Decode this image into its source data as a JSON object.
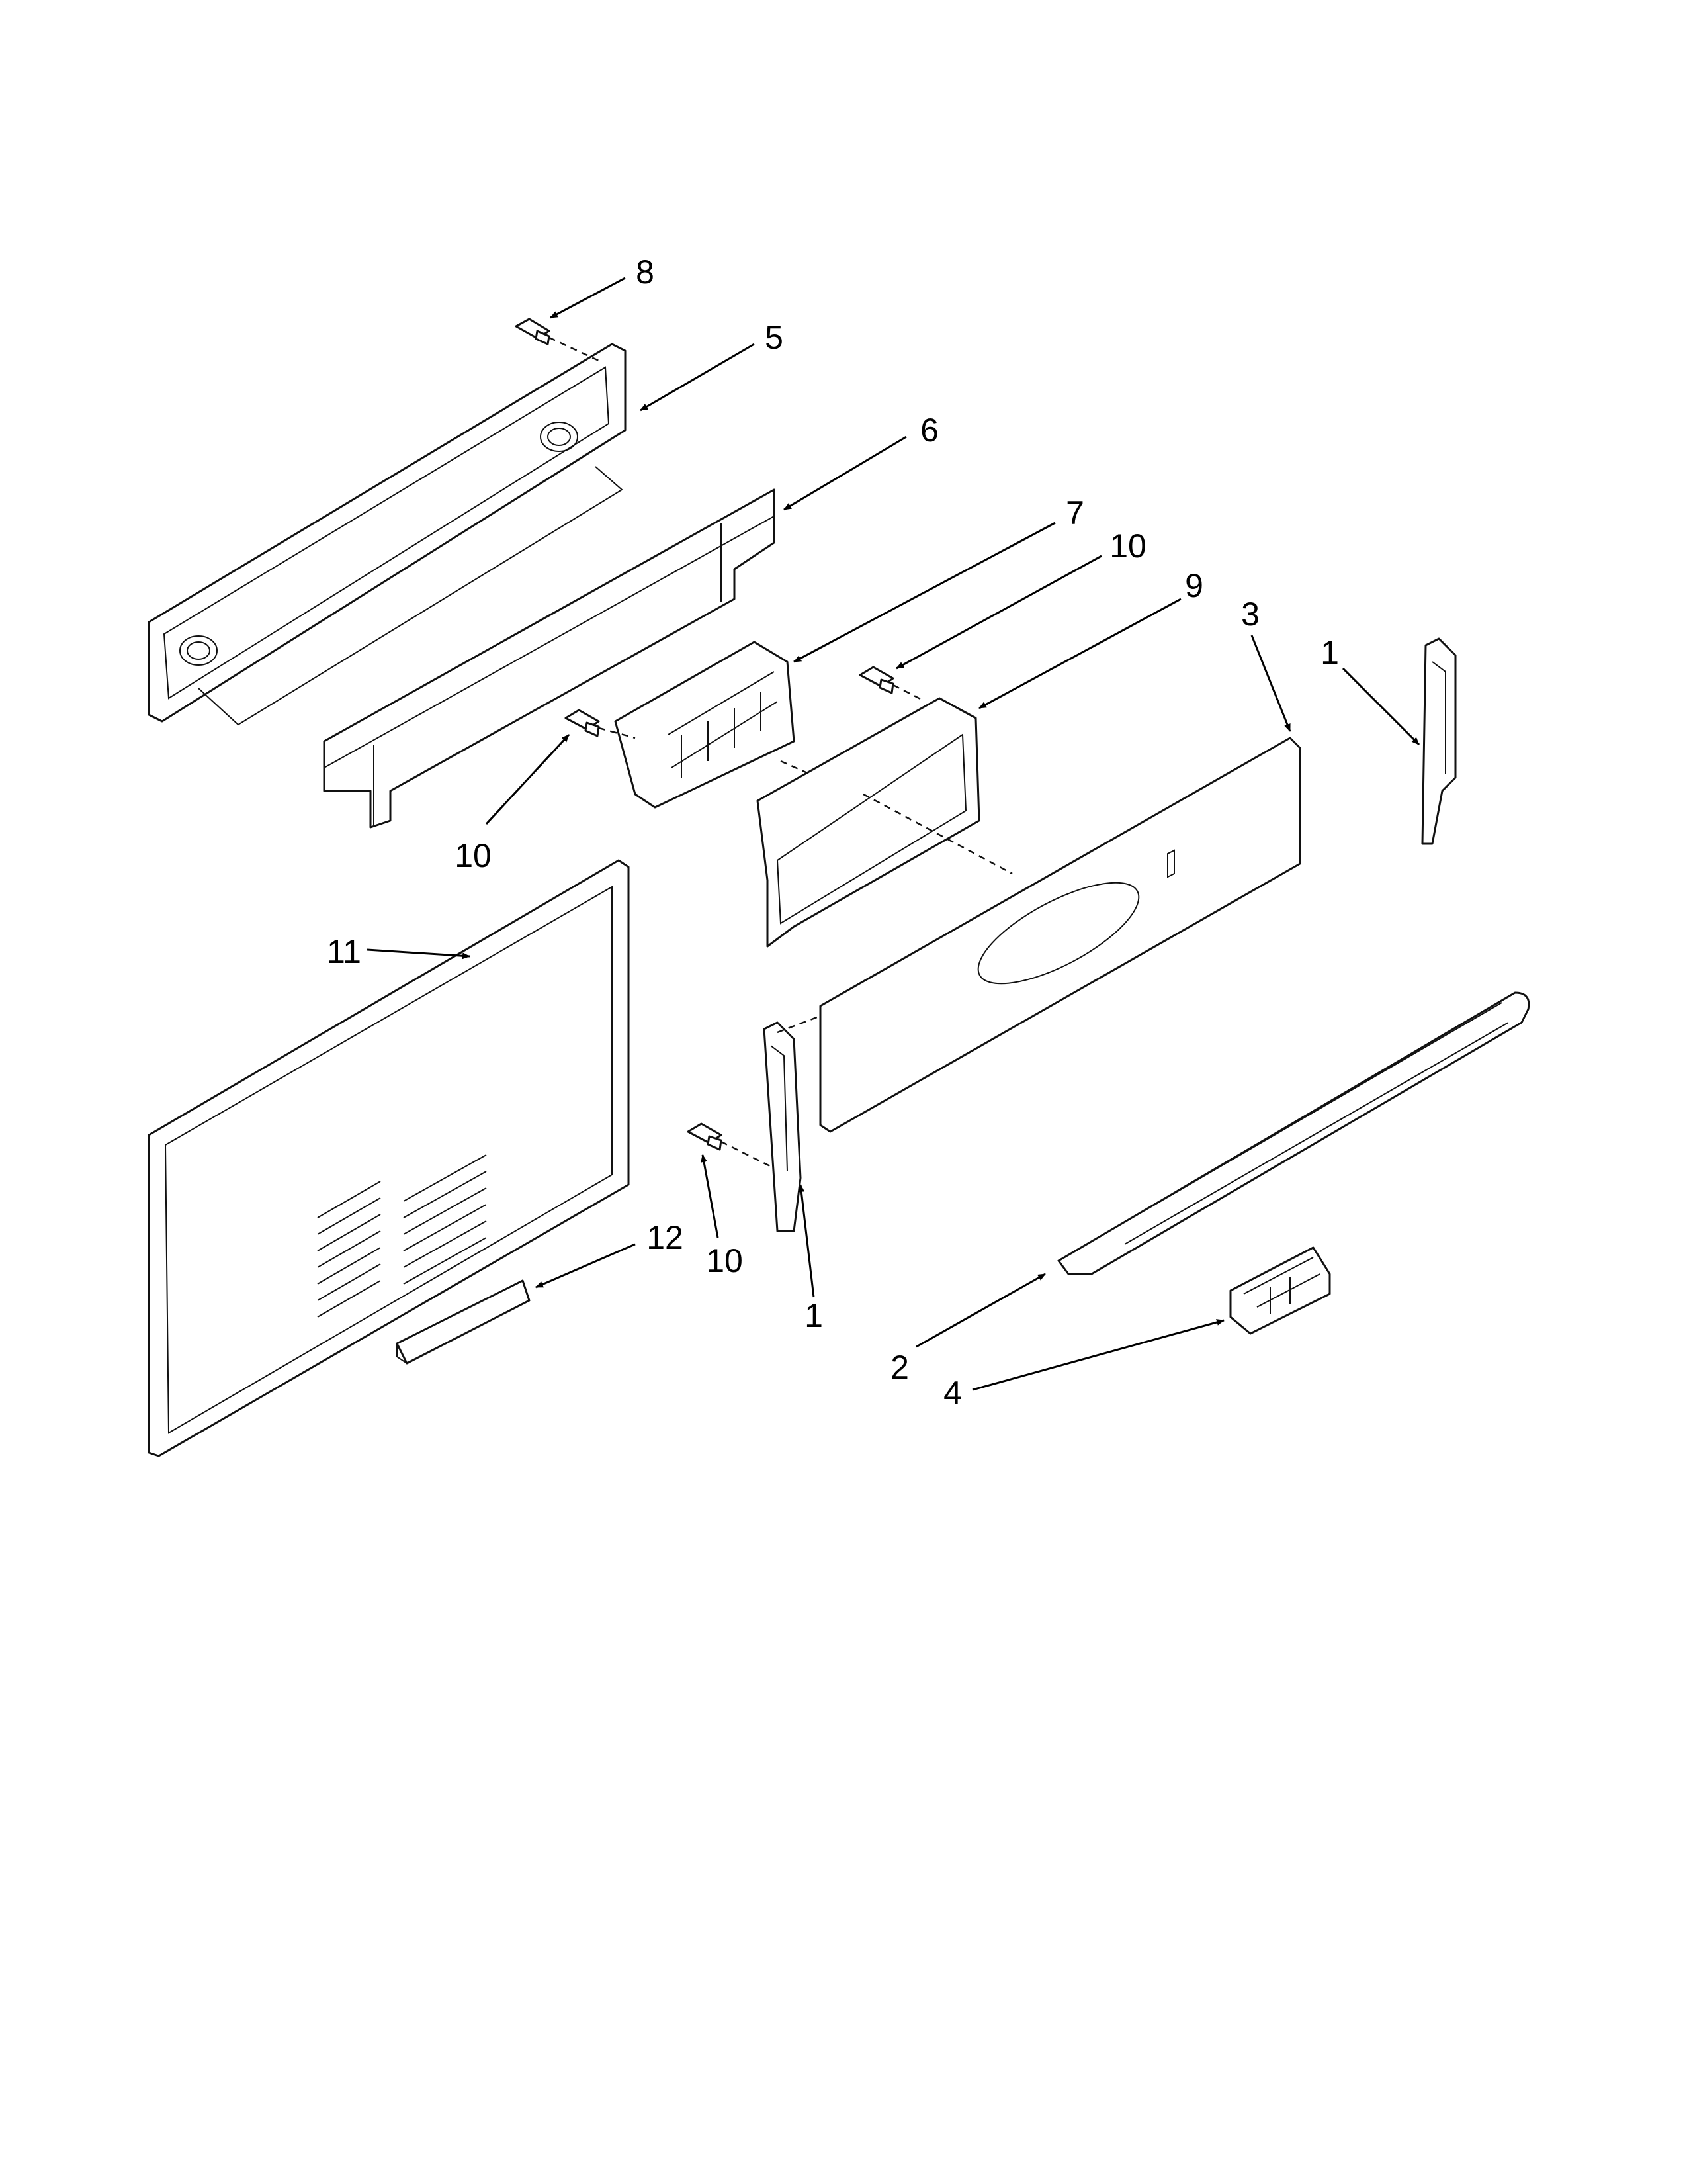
{
  "callouts": [
    {
      "id": "c-8",
      "label": "8"
    },
    {
      "id": "c-5",
      "label": "5"
    },
    {
      "id": "c-6",
      "label": "6"
    },
    {
      "id": "c-7",
      "label": "7"
    },
    {
      "id": "c-10a",
      "label": "10"
    },
    {
      "id": "c-9",
      "label": "9"
    },
    {
      "id": "c-3",
      "label": "3"
    },
    {
      "id": "c-1a",
      "label": "1"
    },
    {
      "id": "c-10b",
      "label": "10"
    },
    {
      "id": "c-11",
      "label": "11"
    },
    {
      "id": "c-12",
      "label": "12"
    },
    {
      "id": "c-10c",
      "label": "10"
    },
    {
      "id": "c-1b",
      "label": "1"
    },
    {
      "id": "c-2",
      "label": "2"
    },
    {
      "id": "c-4",
      "label": "4"
    }
  ]
}
